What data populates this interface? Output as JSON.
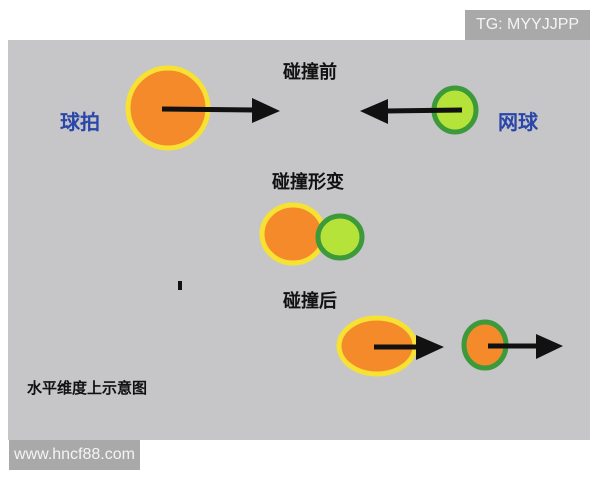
{
  "watermarks": {
    "top_right": "TG: MYYJJPP",
    "bottom_left": "www.hncf88.com"
  },
  "diagram": {
    "stages": {
      "before": "碰撞前",
      "deform": "碰撞形变",
      "after": "碰撞后"
    },
    "labels": {
      "racket": "球拍",
      "ball": "网球"
    },
    "caption": "水平维度上示意图",
    "colors": {
      "background": "#c6c5c8",
      "racket_fill": "#f58a2a",
      "racket_rim": "#f7e233",
      "ball_fill": "#b6e33a",
      "ball_rim": "#3c9a3a",
      "arrow": "#111111",
      "label_blue": "#2a46a8"
    }
  }
}
